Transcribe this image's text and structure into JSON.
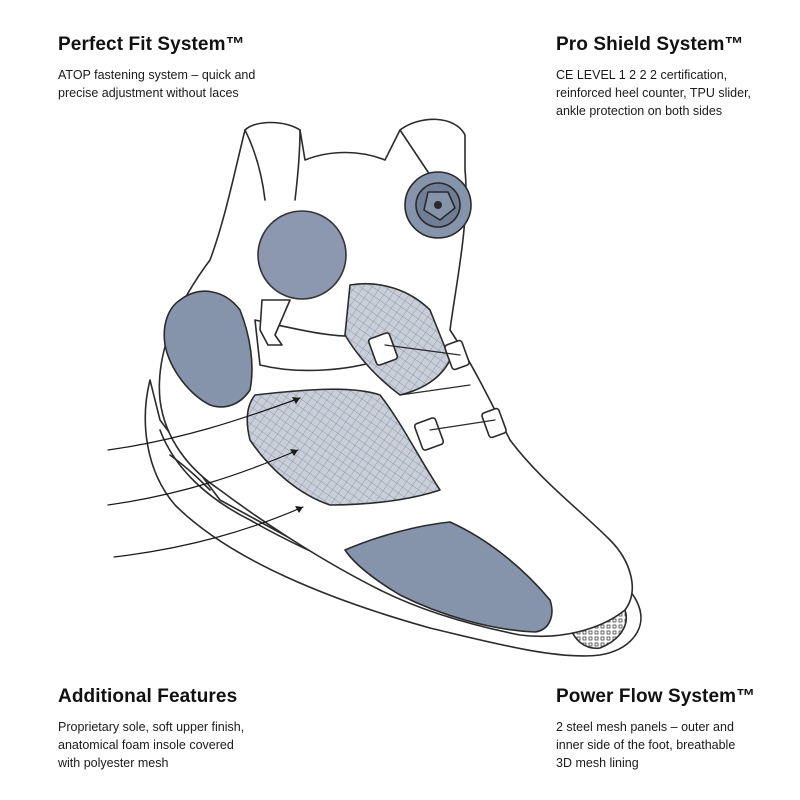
{
  "features": {
    "perfect_fit": {
      "title": "Perfect Fit System™",
      "lines": [
        "ATOP fastening system – quick and",
        "precise adjustment without laces"
      ]
    },
    "pro_shield": {
      "title": "Pro Shield System™",
      "lines": [
        "CE LEVEL 1 2 2 2 certification,",
        "reinforced heel counter, TPU slider,",
        "ankle protection on both sides"
      ]
    },
    "additional": {
      "title": "Additional Features",
      "lines": [
        "Proprietary sole, soft upper finish,",
        "anatomical foam insole covered",
        "with polyester mesh"
      ]
    },
    "power_flow": {
      "title": "Power Flow System™",
      "lines": [
        "2 steel mesh panels – outer and",
        "inner side of the foot, breathable",
        "3D mesh lining"
      ]
    }
  },
  "colors": {
    "accent_panel": "#8593ab",
    "mesh": "#c9cfd9",
    "outline": "#2b2b2b",
    "fill": "#ffffff"
  },
  "icons": {
    "dial": "atop-dial-icon",
    "logo": "brand-logo-icon"
  }
}
